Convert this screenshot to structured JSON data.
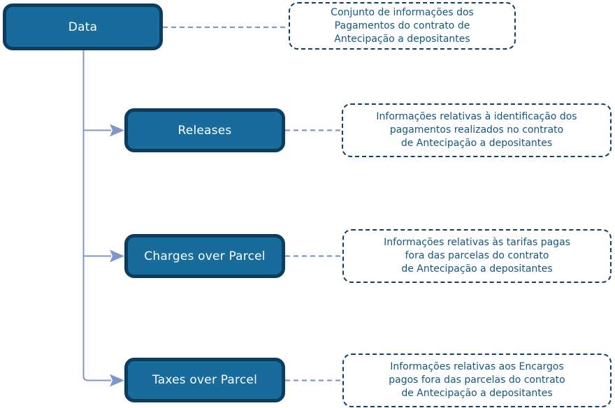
{
  "colors": {
    "node_fill": "#176C9C",
    "node_border": "#0D3D5E",
    "node_text": "#FFFFFF",
    "connector": "#8096C7",
    "annotation_border": "#0F4165",
    "annotation_text": "#14587E",
    "page_bg": "#FFFFFF"
  },
  "boxes": [
    {
      "label": "Data"
    },
    {
      "label": "Releases"
    },
    {
      "label": "Charges over Parcel"
    },
    {
      "label": "Taxes over Parcel"
    }
  ],
  "annotations": [
    {
      "lines": [
        "Conjunto de informações dos",
        "Pagamentos do contrato de",
        "Antecipação a depositantes"
      ]
    },
    {
      "lines": [
        "Informações relativas à identificação dos",
        "pagamentos realizados no contrato",
        "de Antecipação a depositantes"
      ]
    },
    {
      "lines": [
        "Informações relativas às tarifas pagas",
        "fora das parcelas do contrato",
        "de Antecipação a depositantes"
      ]
    },
    {
      "lines": [
        "Informações relativas aos Encargos",
        "pagos fora das parcelas do contrato",
        "de Antecipação a depositantes"
      ]
    }
  ]
}
